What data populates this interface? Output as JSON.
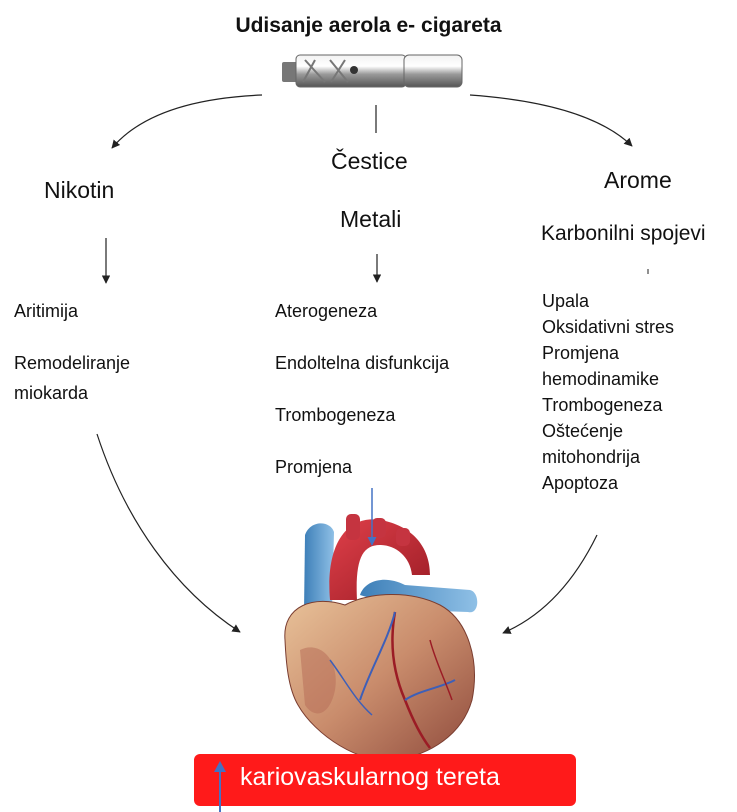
{
  "title": "Udisanje aerola e- cigareta",
  "columns": {
    "left": {
      "heading": "Nikotin",
      "effects": [
        "Aritimija",
        "Remodeliranje",
        "miokarda"
      ]
    },
    "center": {
      "headings": [
        "Čestice",
        "Metali"
      ],
      "effects": [
        "Aterogeneza",
        "Endoltelna disfunkcija",
        "Trombogeneza",
        "Promjena"
      ]
    },
    "right": {
      "headings": [
        "Arome",
        "Karbonilni spojevi"
      ],
      "effects": [
        "Upala",
        "Oksidativni stres",
        "Promjena",
        "hemodinamike",
        "Trombogeneza",
        "Oštećenje",
        "mitohondrija",
        "Apoptoza"
      ]
    }
  },
  "banner": {
    "text": "kariovaskularnog tereta",
    "color": "#ff1a1a",
    "arrow_icon": "up-arrow-icon"
  },
  "images": {
    "device": "e-cigarette-icon",
    "heart": "heart-illustration"
  }
}
